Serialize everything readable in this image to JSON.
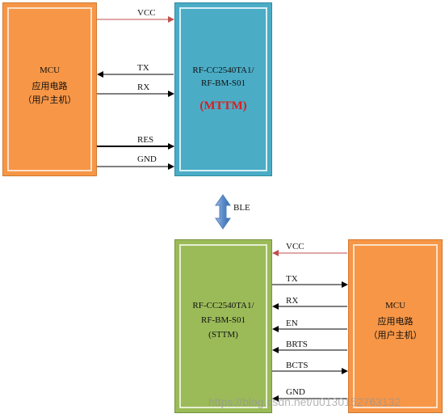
{
  "top": {
    "mcu": {
      "line1": "MCU",
      "line2": "应用电路",
      "line3": "（用户主机）"
    },
    "module": {
      "line1": "RF-CC2540TA1/",
      "line2": "RF-BM-S01",
      "tag": "(MTTM)"
    },
    "signals": [
      "VCC",
      "TX",
      "RX",
      "RES",
      "GND"
    ]
  },
  "link": {
    "label": "BLE"
  },
  "bottom": {
    "module": {
      "line1": "RF-CC2540TA1/",
      "line2": "RF-BM-S01",
      "line3": "(STTM)"
    },
    "mcu": {
      "line1": "MCU",
      "line2": "应用电路",
      "line3": "（用户主机）"
    },
    "signals": [
      "VCC",
      "TX",
      "RX",
      "EN",
      "BRTS",
      "BCTS",
      "GND"
    ]
  },
  "watermark": "https://blog.csdn.net/u013015276313​2",
  "colors": {
    "mcu": "#f79646",
    "mttm": "#4bacc6",
    "sttm": "#9bbb59",
    "vcc_line": "#c0504d",
    "arrow_link": "#4f81bd"
  }
}
